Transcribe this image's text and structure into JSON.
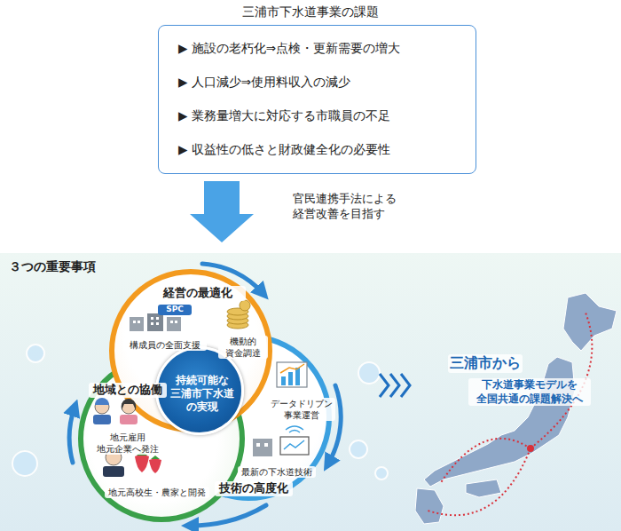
{
  "diagram": {
    "nodes": [
      {
        "text": [
          "三浦市下水道事業の課題",
          "▶ 施設の老朽化⇒点検・更新需要の増大",
          "▶ 人口減少⇒使用料収入の減少",
          "▶ 業務量増大に対応する市職員の不足",
          "▶ 収益性の低さと財政健全化の必要性"
        ]
      },
      {
        "text": [
          "３つの重要事項"
        ]
      },
      {
        "text": [
          "経営の最適化",
          "SPC",
          "構成員の全面支援",
          "機動的 資金調達"
        ],
        "in": 1
      },
      {
        "text": [
          "技術の高度化",
          "データドリブン 事業運営",
          "最新の下水道技術"
        ],
        "in": 1
      },
      {
        "text": [
          "地域との協働",
          "地元雇用 地元企業へ発注",
          "地元高校生・農家と開発"
        ],
        "in": 1
      },
      {
        "text": [
          "持続可能な 三浦市下水道 の実現"
        ],
        "in": 1
      },
      {
        "text": [
          "三浦市から",
          "下水道事業モデルを 全国共通の課題解決へ"
        ],
        "in": 1
      }
    ],
    "edges": [
      {
        "from": 0,
        "to": 1,
        "arrow": "to",
        "label": "官民連携手法による 経営改善を目指す"
      }
    ]
  }
}
